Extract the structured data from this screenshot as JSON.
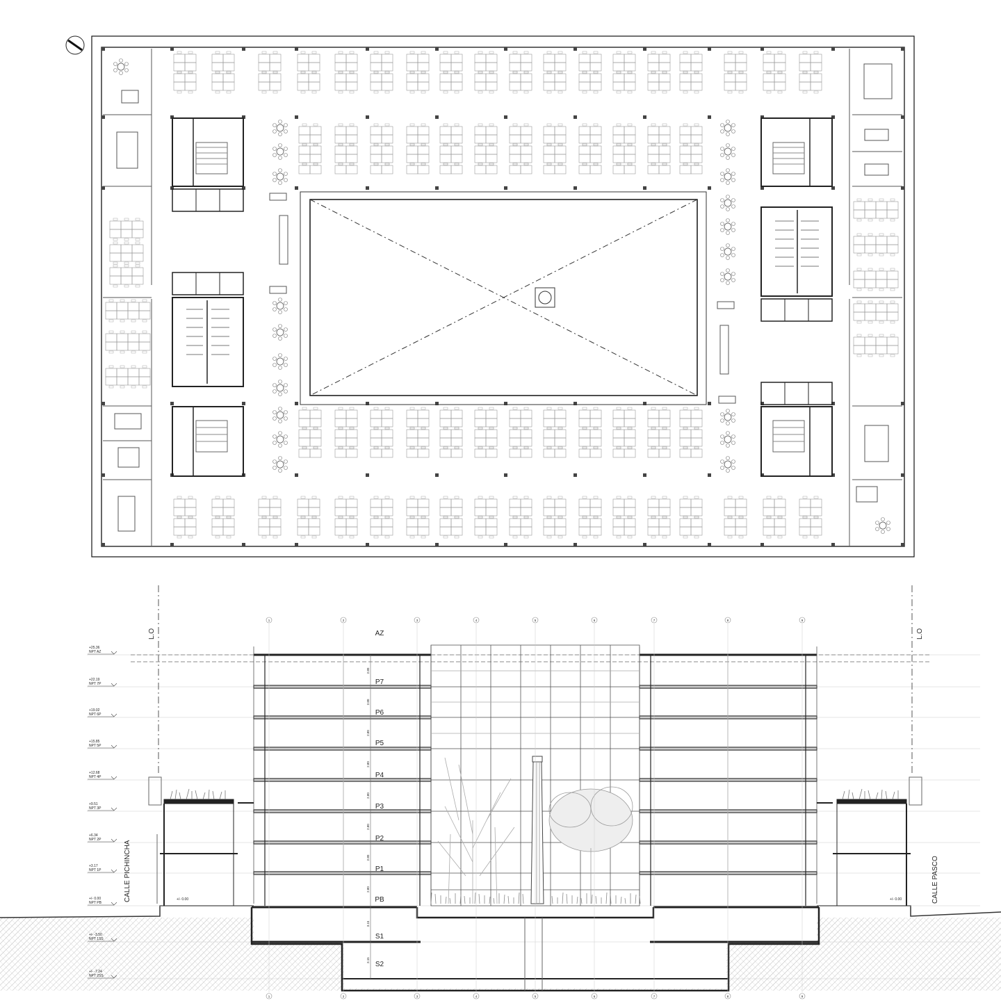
{
  "section": {
    "levels": [
      "AZ",
      "P7",
      "P6",
      "P5",
      "P4",
      "P3",
      "P2",
      "P1",
      "PB",
      "S1",
      "S2"
    ],
    "level_marks": [
      {
        "value": "+25.36",
        "npt": "NPT AZ"
      },
      {
        "value": "+22.19",
        "npt": "NPT 7P"
      },
      {
        "value": "+19.02",
        "npt": "NPT 6P"
      },
      {
        "value": "+15.85",
        "npt": "NPT 5P"
      },
      {
        "value": "+12.68",
        "npt": "NPT 4P"
      },
      {
        "value": "+9.51",
        "npt": "NPT 3P"
      },
      {
        "value": "+6.34",
        "npt": "NPT 2P"
      },
      {
        "value": "+3.17",
        "npt": "NPT 1P"
      },
      {
        "value": "+/- 0.00",
        "npt": "NPT PB"
      },
      {
        "value": "+/- -3.50",
        "npt": "NPT 1SS"
      },
      {
        "value": "+/- -7.24",
        "npt": "NPT 2SS"
      }
    ],
    "street_left": "CALLE PICHINCHA",
    "street_right": "CALLE PASCO",
    "line_of_building_left": "L.O",
    "line_of_building_right": "L.O",
    "grid_axes": [
      "1",
      "2",
      "3",
      "4",
      "5",
      "6",
      "7",
      "8",
      "9"
    ],
    "floor_heights": [
      "2.80",
      "2.80",
      "2.80",
      "2.80",
      "2.80",
      "2.80",
      "2.80",
      "2.80",
      "3.15",
      "3.15"
    ],
    "ground_mark_left": "+/- 0.00",
    "ground_mark_right": "+/- 0.00"
  }
}
